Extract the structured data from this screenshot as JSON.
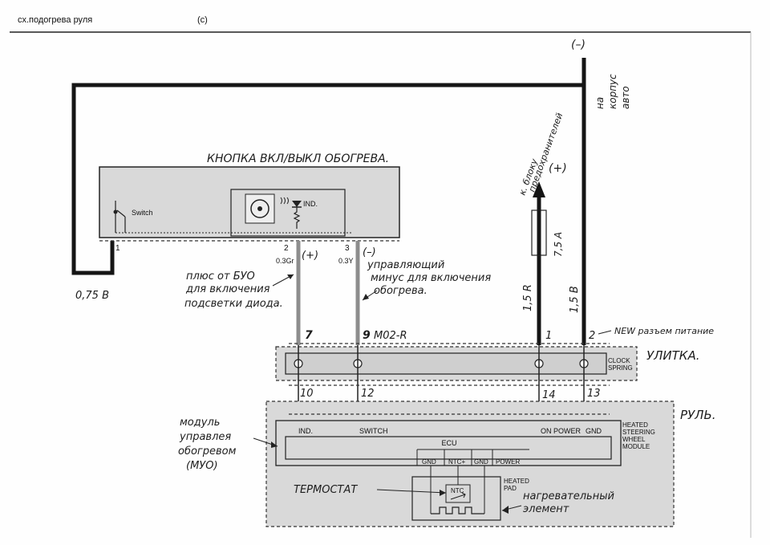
{
  "header": {
    "left_text": "сх.подогрева руля",
    "mid_text": "(с)",
    "right_text": ""
  },
  "labels": {
    "minus_top": "(–)",
    "body_ground_1": "на",
    "body_ground_2": "корпус",
    "body_ground_3": "авто",
    "button_title": "КНОПКА ВКЛ/ВЫКЛ ОБОГРЕВА.",
    "to_fuse_block_1": "к. блоку",
    "to_fuse_block_2": "предохранителей",
    "plus_top": "(+)",
    "switch_label": "Switch",
    "ind_label": "IND.",
    "pin_1": "1",
    "pin_2": "2",
    "pin_3": "3",
    "wire_03gr": "0.3Gr",
    "wire_03y": "0.3Y",
    "plus_pin": "(+)",
    "minus_pin": "(–)",
    "fuse_value": "7,5 A",
    "plus_from_bcm_1": "плюс от БУО",
    "plus_from_bcm_2": "для включения",
    "plus_from_bcm_3": "подсветки диода.",
    "control_minus_1": "управляющий",
    "control_minus_2": "минус для включения",
    "control_minus_3": "обогрева.",
    "wire_075b": "0,75 B",
    "wire_15r": "1,5 R",
    "wire_15b": "1,5 B",
    "conn_7": "7",
    "conn_9": "9",
    "conn_code": "M02-R",
    "conn_1": "1",
    "conn_2": "2",
    "new_power_connector": "NEW разъем питание",
    "clock_spring_1": "CLOCK",
    "clock_spring_2": "SPRING",
    "clock_spring_ru": "УЛИТКА.",
    "pin_10": "10",
    "pin_12": "12",
    "pin_14": "14",
    "pin_13": "13",
    "steering_wheel_ru": "РУЛЬ.",
    "module_ru_1": "модуль",
    "module_ru_2": "управлея",
    "module_ru_3": "обогревом",
    "module_ru_4": "(МУО)",
    "ind_term": "IND.",
    "switch_term": "SWITCH",
    "on_power_term": "ON POWER",
    "gnd_term": "GND",
    "hswm_1": "HEATED",
    "hswm_2": "STEERING",
    "hswm_3": "WHEEL",
    "hswm_4": "MODULE",
    "ecu": "ECU",
    "ecu_gnd": "GND",
    "ecu_ntc": "NTC+",
    "ecu_gnd2": "GND",
    "ecu_power": "POWER",
    "ntc": "NTC",
    "heated_pad_1": "HEATED",
    "heated_pad_2": "PAD",
    "thermostat": "ТЕРМОСТАТ",
    "heating_element_1": "нагревательный",
    "heating_element_2": "элемент"
  },
  "colors": {
    "module_fill": "#d9d9d9",
    "grey_wire": "#8d8d8d",
    "black_wire": "#151515"
  }
}
